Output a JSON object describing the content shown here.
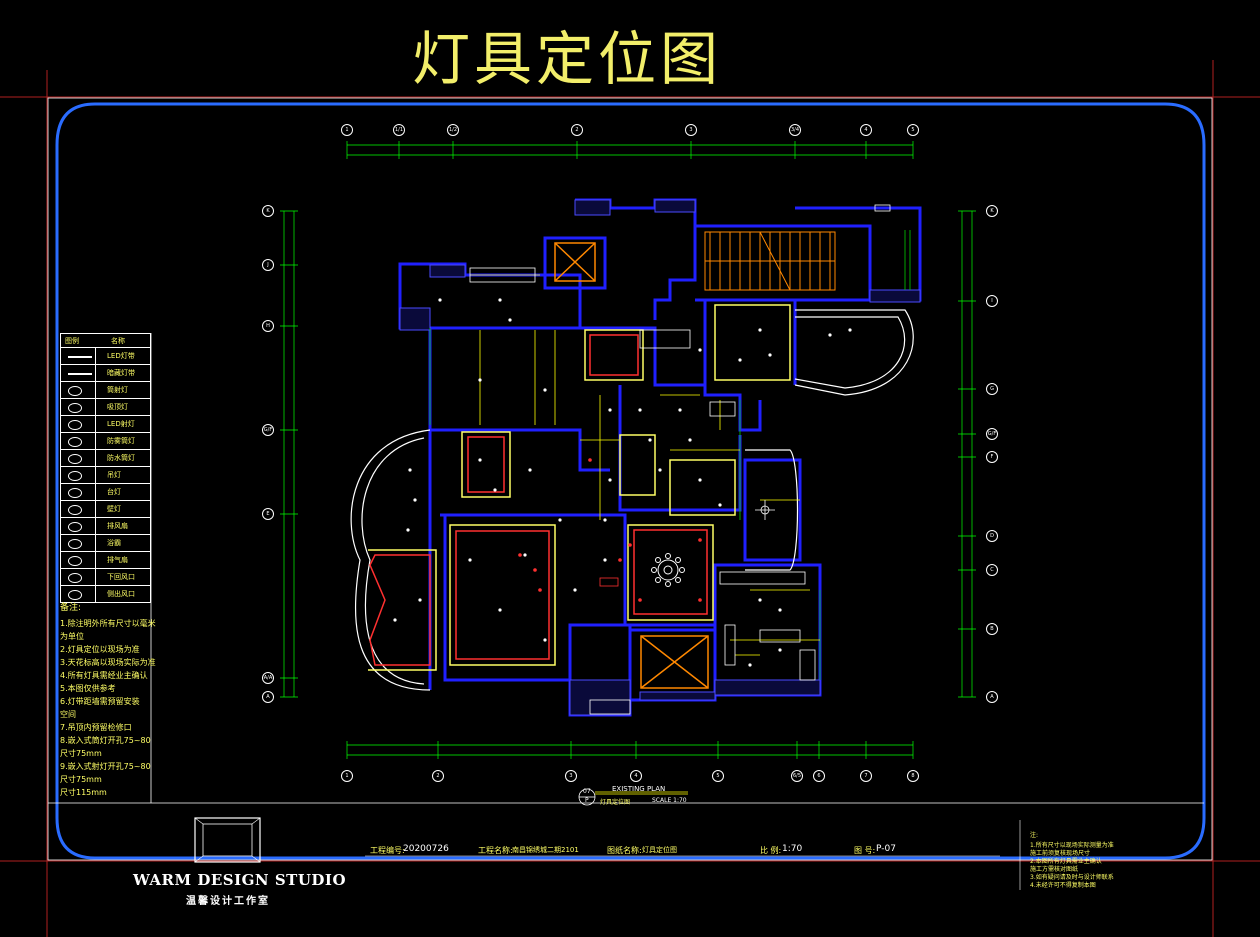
{
  "drawing": {
    "title": "灯具定位图",
    "plan_caption": "EXISTING PLAN",
    "plan_caption_cn": "灯具定位图",
    "scale_text": "SCALE 1:70",
    "bubble_top": "07",
    "bubble_bottom": "P"
  },
  "grid_labels": {
    "top": [
      "1",
      "1/1",
      "1/2",
      "2",
      "3",
      "3/4",
      "4",
      "5"
    ],
    "bottom": [
      "1",
      "2",
      "3",
      "4",
      "5",
      "6/5",
      "6",
      "7",
      "8"
    ],
    "left": [
      "K",
      "J",
      "H",
      "G/F",
      "E",
      "A/A",
      "A"
    ],
    "right": [
      "K",
      "I",
      "G",
      "G/F",
      "F",
      "D",
      "C",
      "B",
      "A"
    ]
  },
  "legend": {
    "header_symbol": "图例",
    "header_name": "名称",
    "items": [
      {
        "name": "LED灯带"
      },
      {
        "name": "暗藏灯带"
      },
      {
        "name": "筒射灯"
      },
      {
        "name": "吸顶灯"
      },
      {
        "name": "LED射灯"
      },
      {
        "name": "防雾筒灯"
      },
      {
        "name": "防水筒灯"
      },
      {
        "name": "吊灯"
      },
      {
        "name": "台灯"
      },
      {
        "name": "壁灯"
      },
      {
        "name": "排风扇"
      },
      {
        "name": "浴霸"
      },
      {
        "name": "排气扇"
      },
      {
        "name": "下回风口"
      },
      {
        "name": "侧出风口"
      }
    ],
    "notes_title": "备注:",
    "notes": [
      "1.除注明外所有尺寸以毫米",
      "为单位",
      "2.灯具定位以现场为准",
      "3.天花标高以现场实际为准",
      "4.所有灯具需经业主确认",
      "5.本图仅供参考",
      "6.灯带距墙需预留安装",
      "空间",
      "7.吊顶内预留检修口",
      "8.嵌入式筒灯开孔75~80",
      "尺寸75mm",
      "9.嵌入式射灯开孔75~80",
      "尺寸75mm",
      "尺寸115mm"
    ]
  },
  "title_block": {
    "project_no_label": "工程编号:",
    "project_no": "20200726",
    "project_name_label": "工程名称:",
    "project_name": "南昌锦绣城二期2101",
    "drawing_name_label": "图纸名称:",
    "drawing_name": "灯具定位图",
    "scale_label": "比 例:",
    "scale": "1:70",
    "sheet_label": "图 号:",
    "sheet": "P-07"
  },
  "studio": {
    "name_en": "WARM DESIGN STUDIO",
    "name_cn": "温馨设计工作室"
  },
  "right_notes": {
    "title": "注:",
    "lines": [
      "1.所有尺寸以现场实际测量为准",
      "施工前须复核现场尺寸",
      "2.本图所有灯具需业主确认",
      "施工方需核对图纸",
      "3.如有疑问请及时与设计师联系",
      "4.未经许可不得复制本图"
    ]
  },
  "colors": {
    "background": "#000000",
    "frame_blue": "#2a6cff",
    "wall_blue": "#1a1aff",
    "yellow": "#ffff00",
    "red": "#ff2020",
    "white": "#ffffff",
    "cyan": "#00e0ff",
    "grid_green": "#00ff00"
  }
}
